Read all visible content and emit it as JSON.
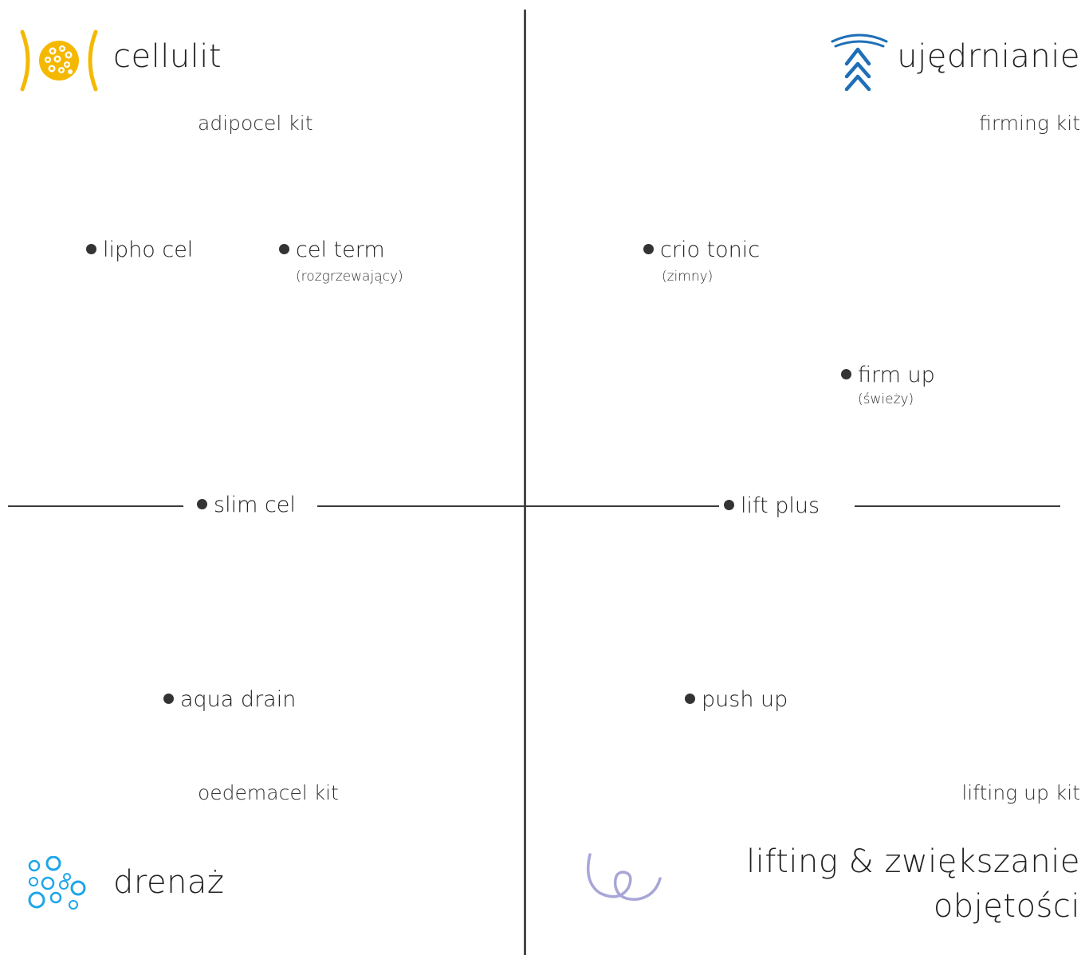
{
  "colors": {
    "cellulit": "#F5B800",
    "ujedrnianie": "#1E6FB8",
    "drenaz": "#1CA6E8",
    "lifting": "#A8A6D6",
    "lines": "#3a3a3a"
  },
  "icons": {
    "cellulit": "cellulite-cells-icon",
    "ujedrnianie": "firming-chevrons-icon",
    "drenaz": "bubbles-icon",
    "lifting": "spiral-icon"
  },
  "quadrants": {
    "top_left": {
      "heading": "cellulit",
      "kit": "adipocel kit",
      "items": [
        {
          "label": "lipho cel",
          "note": ""
        },
        {
          "label": "cel term",
          "note": "(rozgrzewający)"
        }
      ]
    },
    "top_right": {
      "heading": "ujędrnianie",
      "kit": "firming kit",
      "items": [
        {
          "label": "crio tonic",
          "note": "(zimny)"
        },
        {
          "label": "firm up",
          "note": "(świeży)"
        }
      ]
    },
    "bottom_left": {
      "heading": "drenaż",
      "kit": "oedemacel kit",
      "items": [
        {
          "label": "aqua drain",
          "note": ""
        }
      ]
    },
    "bottom_right": {
      "heading_line1": "lifting & zwiększanie",
      "heading_line2": "objętości",
      "kit": "lifting up kit",
      "items": [
        {
          "label": "push up",
          "note": ""
        }
      ]
    }
  },
  "axis_items": {
    "left": "slim cel",
    "right": "lift plus"
  }
}
